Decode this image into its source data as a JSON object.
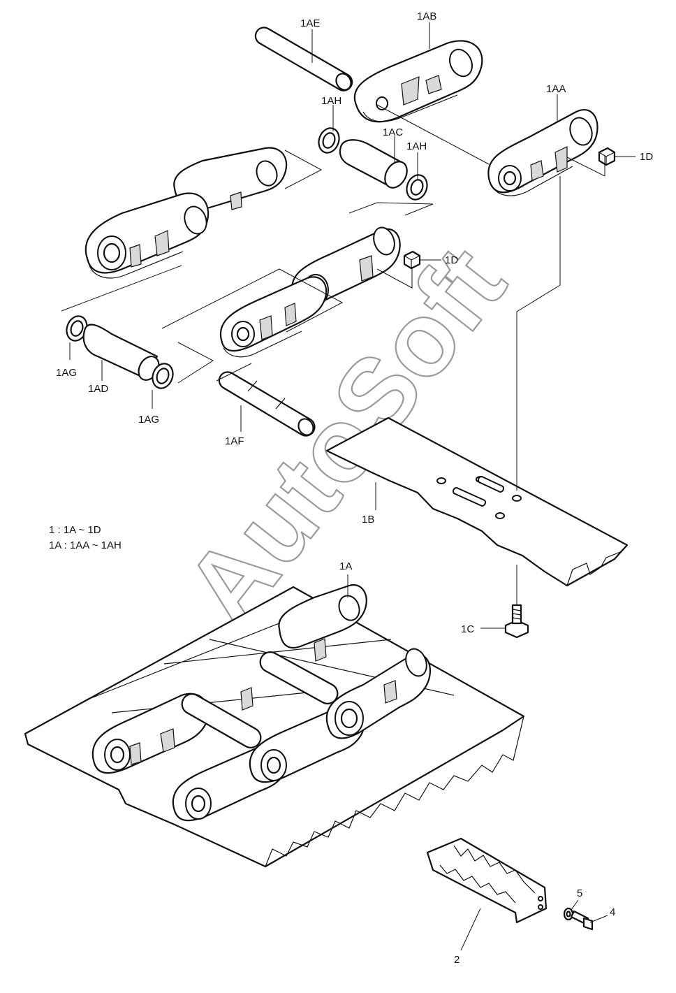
{
  "labels": [
    {
      "id": "lbl-1ae",
      "text": "1AE"
    },
    {
      "id": "lbl-1ab",
      "text": "1AB"
    },
    {
      "id": "lbl-1ah-top",
      "text": "1AH"
    },
    {
      "id": "lbl-1ac",
      "text": "1AC"
    },
    {
      "id": "lbl-1ah-mid",
      "text": "1AH"
    },
    {
      "id": "lbl-1aa",
      "text": "1AA"
    },
    {
      "id": "lbl-1d-right",
      "text": "1D"
    },
    {
      "id": "lbl-1d-mid",
      "text": "1D"
    },
    {
      "id": "lbl-1ag-left",
      "text": "1AG"
    },
    {
      "id": "lbl-1ad",
      "text": "1AD"
    },
    {
      "id": "lbl-1ag-bottom",
      "text": "1AG"
    },
    {
      "id": "lbl-1af",
      "text": "1AF"
    },
    {
      "id": "lbl-1b",
      "text": "1B"
    },
    {
      "id": "lbl-1a",
      "text": "1A"
    },
    {
      "id": "lbl-1c",
      "text": "1C"
    },
    {
      "id": "lbl-5",
      "text": "5"
    },
    {
      "id": "lbl-4",
      "text": "4"
    },
    {
      "id": "lbl-2",
      "text": "2"
    }
  ],
  "notes": [
    "1 : 1A ~ 1D",
    "1A : 1AA ~ 1AH"
  ],
  "watermark": "AutoSoft"
}
